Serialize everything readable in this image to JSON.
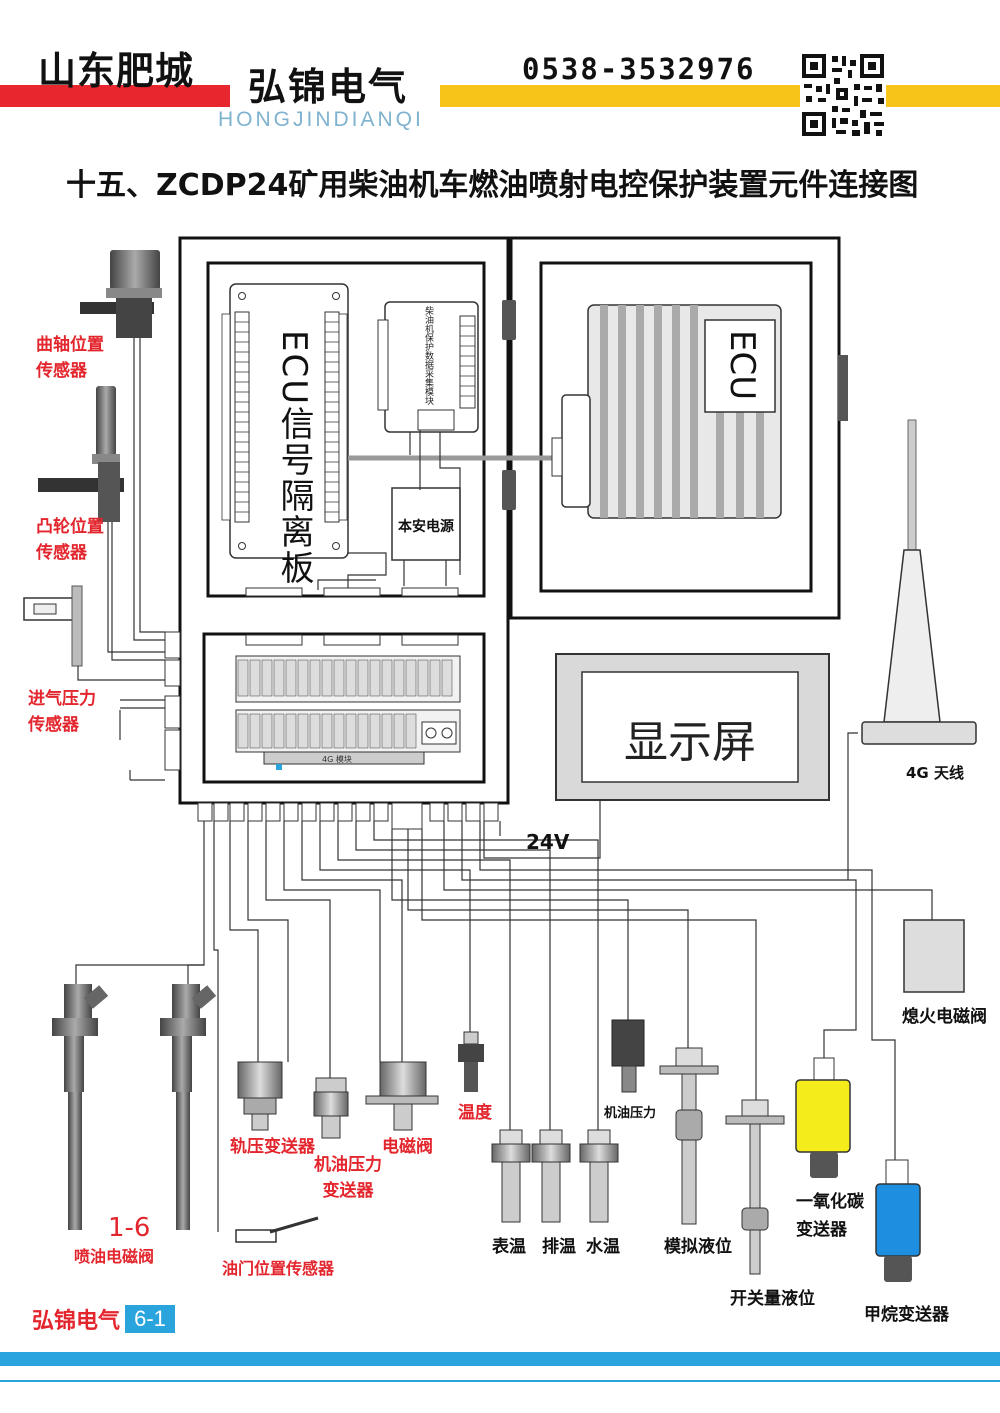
{
  "header": {
    "brand_location": "山东肥城",
    "brand_name": "弘锦电气",
    "brand_pinyin": "HONGJINDIANQI",
    "phone": "0538-3532976"
  },
  "title": "十五、ZCDP24矿用柴油机车燃油喷射电控保护装置元件连接图",
  "components": {
    "ecu_board": "ECU信号隔离板",
    "ecu": "ECU",
    "collector": "柴油机保护数据采集模块",
    "power_supply": "本安电源",
    "module_4g": "4G 模块",
    "display": "显示屏",
    "antenna": "4G 天线",
    "supply": "24V"
  },
  "sensors": {
    "crank": [
      "曲轴位置",
      "传感器"
    ],
    "cam": [
      "凸轮位置",
      "传感器"
    ],
    "intake": [
      "进气压力",
      "传感器"
    ],
    "injector_num": "1-6",
    "injector": "喷油电磁阀",
    "throttle": "油门位置传感器",
    "rail": "轨压变送器",
    "oil_pressure_tx": [
      "机油压力",
      "变送器"
    ],
    "solenoid": "电磁阀",
    "temperature": "温度",
    "surface_temp": "表温",
    "exhaust_temp": "排温",
    "water_temp": "水温",
    "oil_pressure": "机油压力",
    "analog_level": "模拟液位",
    "switch_level": "开关量液位",
    "shutdown_valve": "熄火电磁阀",
    "co_tx": [
      "一氧化碳",
      "变送器"
    ],
    "methane_tx": "甲烷变送器"
  },
  "footer": {
    "brand": "弘锦电气",
    "page": "6-1"
  },
  "colors": {
    "red_bar": "#e8262d",
    "yellow_bar": "#f7c51a",
    "blue": "#29a4dd",
    "label_red": "#e3262d",
    "co_yellow": "#f5ec1c",
    "methane_blue": "#1e8fe0"
  }
}
